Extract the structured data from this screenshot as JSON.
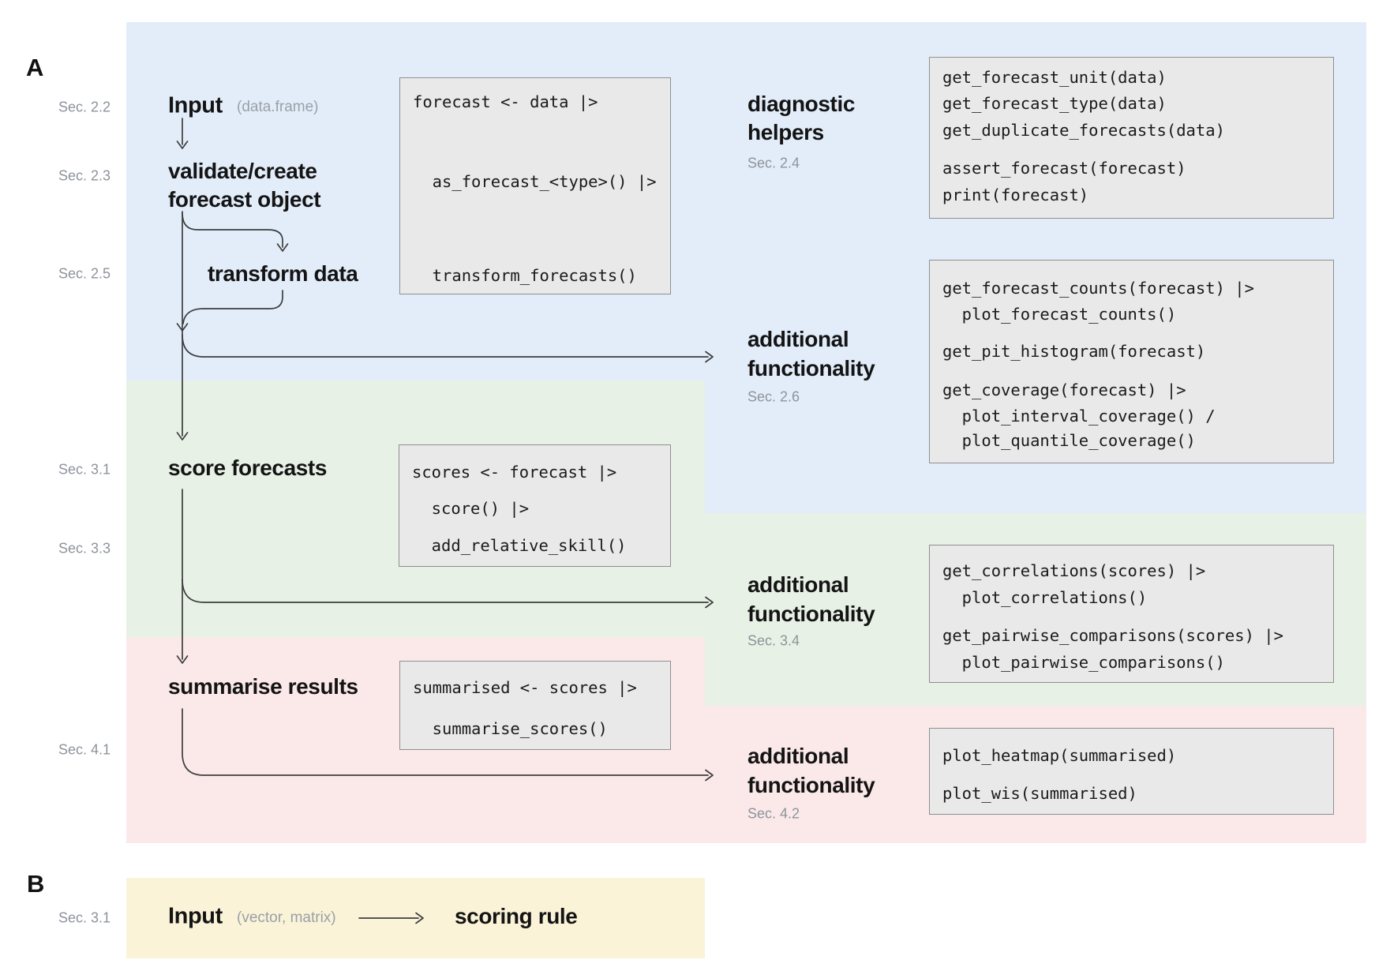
{
  "colors": {
    "bg_blue": "#e3edfa",
    "bg_green": "#e7f1e5",
    "bg_pink": "#fbe9e9",
    "bg_yellow": "#faf3d8",
    "code_bg": "#e9e9e9",
    "code_border": "#8f8f8f",
    "arrow": "#3d3d3d",
    "muted_text": "#8e939b",
    "text": "#141414"
  },
  "panel_a": {
    "label": "A",
    "sec_labels": [
      "Sec. 2.2",
      "Sec. 2.3",
      "Sec. 2.5",
      "Sec. 3.1",
      "Sec. 3.3",
      "Sec. 4.1"
    ],
    "flow": {
      "input": "Input",
      "input_type": "(data.frame)",
      "validate_1": "validate/create",
      "validate_2": "forecast object",
      "transform": "transform data",
      "score": "score forecasts",
      "summarise": "summarise results"
    },
    "side_labels": {
      "diagnostic": {
        "line1": "diagnostic",
        "line2": "helpers",
        "sec": "Sec. 2.4"
      },
      "additional_blue": {
        "line1": "additional",
        "line2": "functionality",
        "sec": "Sec. 2.6"
      },
      "additional_green": {
        "line1": "additional",
        "line2": "functionality",
        "sec": "Sec. 3.4"
      },
      "additional_pink": {
        "line1": "additional",
        "line2": "functionality",
        "sec": "Sec. 4.2"
      }
    },
    "code": {
      "pipeline_validate": [
        "forecast <- data |>",
        "  as_forecast_<type>() |>",
        "  transform_forecasts()"
      ],
      "pipeline_score": [
        "scores <- forecast |>",
        "  score() |>",
        "  add_relative_skill()"
      ],
      "pipeline_summarise": [
        "summarised <- scores |>",
        "  summarise_scores()"
      ],
      "diagnostic_helpers": [
        "get_forecast_unit(data)",
        "get_forecast_type(data)",
        "get_duplicate_forecasts(data)",
        "assert_forecast(forecast)",
        "print(forecast)"
      ],
      "additional_blue": [
        "get_forecast_counts(forecast) |>",
        "  plot_forecast_counts()",
        "get_pit_histogram(forecast)",
        "get_coverage(forecast) |>",
        "  plot_interval_coverage() /",
        "  plot_quantile_coverage()"
      ],
      "additional_green": [
        "get_correlations(scores) |>",
        "  plot_correlations()",
        "get_pairwise_comparisons(scores) |>",
        "  plot_pairwise_comparisons()"
      ],
      "additional_pink": [
        "plot_heatmap(summarised)",
        "plot_wis(summarised)"
      ]
    }
  },
  "panel_b": {
    "label": "B",
    "sec": "Sec. 3.1",
    "input": "Input",
    "input_type": "(vector, matrix)",
    "scoring_rule": "scoring rule"
  }
}
